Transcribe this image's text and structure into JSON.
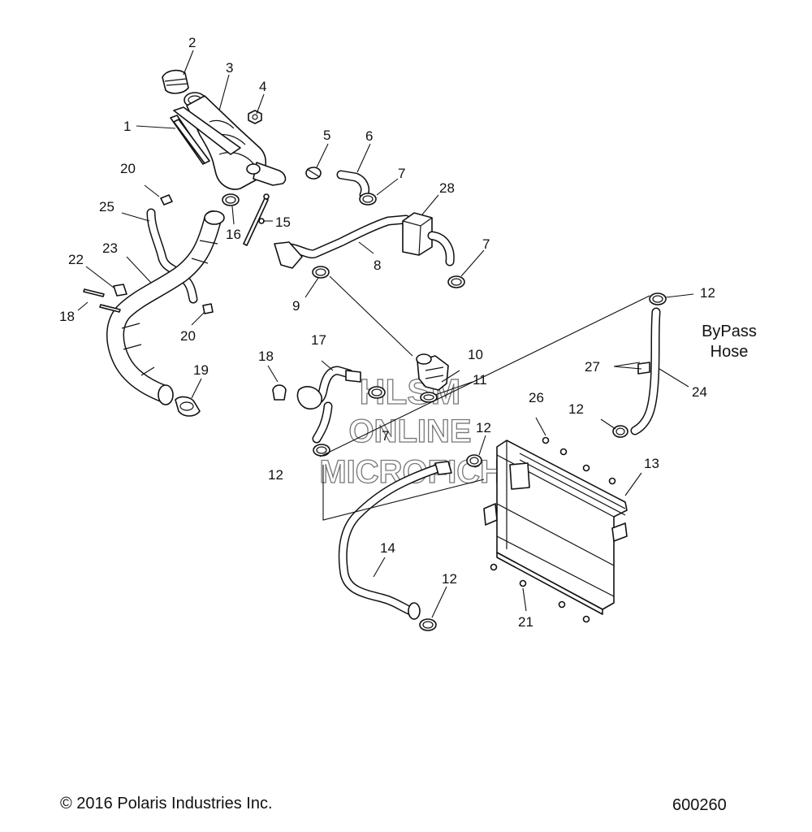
{
  "footer": {
    "copyright": "© 2016 Polaris Industries Inc.",
    "figure_number": "600260"
  },
  "annotation": {
    "bypass_line1": "ByPass",
    "bypass_line2": "Hose"
  },
  "watermark": {
    "line1": "HLSM",
    "line2": "ONLINE",
    "line3": "MICROFICHE"
  },
  "callouts": {
    "c1": "1",
    "c2": "2",
    "c3": "3",
    "c4": "4",
    "c5": "5",
    "c6": "6",
    "c7a": "7",
    "c7b": "7",
    "c7c": "7",
    "c8": "8",
    "c9": "9",
    "c10": "10",
    "c11": "11",
    "c12a": "12",
    "c12b": "12",
    "c12c": "12",
    "c12d": "12",
    "c12e": "12",
    "c13": "13",
    "c14": "14",
    "c15": "15",
    "c16": "16",
    "c17": "17",
    "c18a": "18",
    "c18b": "18",
    "c19": "19",
    "c20a": "20",
    "c20b": "20",
    "c21": "21",
    "c22": "22",
    "c23": "23",
    "c24": "24",
    "c25": "25",
    "c26": "26",
    "c27": "27",
    "c28": "28"
  }
}
